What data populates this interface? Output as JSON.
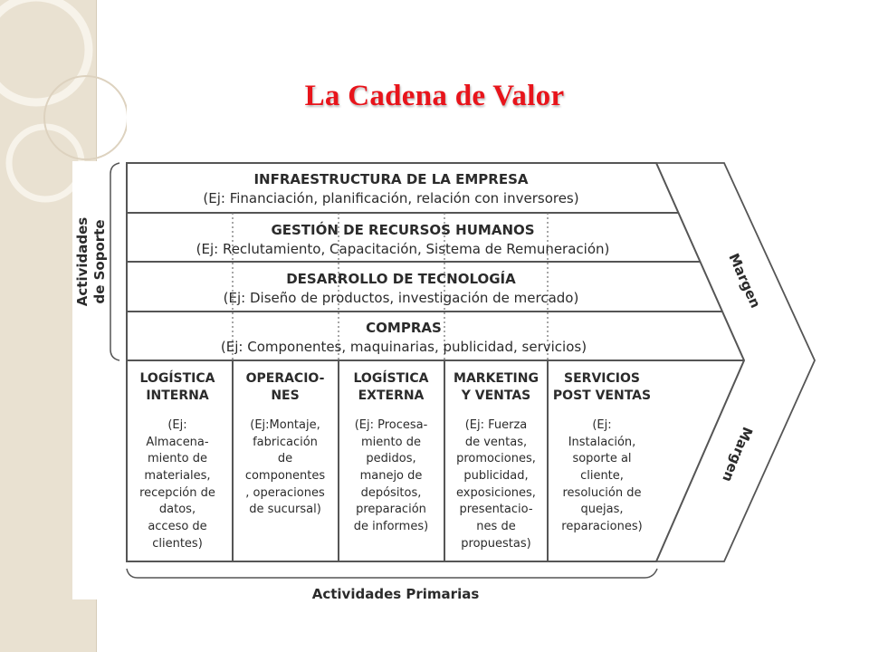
{
  "title": "La Cadena de Valor",
  "support_label": [
    "Actividades",
    "de Soporte"
  ],
  "margin_label": "Margen",
  "primary_label": "Actividades Primarias",
  "support": [
    {
      "title": "INFRAESTRUCTURA DE LA EMPRESA",
      "example": "(Ej: Financiación, planificación, relación con inversores)"
    },
    {
      "title": "GESTIÓN DE RECURSOS HUMANOS",
      "example": "(Ej: Reclutamiento, Capacitación, Sistema de Remuneración)"
    },
    {
      "title": "DESARROLLO DE TECNOLOGÍA",
      "example": "(Ej: Diseño de productos, investigación de mercado)"
    },
    {
      "title": "COMPRAS",
      "example": "(Ej: Componentes, maquinarias, publicidad, servicios)"
    }
  ],
  "primary": [
    {
      "title": [
        "LOGÍSTICA",
        "INTERNA"
      ],
      "example": [
        "(Ej:",
        "Almacena-",
        "miento de",
        "materiales,",
        "recepción de",
        "datos,",
        "acceso de",
        "clientes)"
      ]
    },
    {
      "title": [
        "OPERACIO-",
        "NES"
      ],
      "example": [
        "(Ej:Montaje,",
        "fabricación",
        "de",
        "componentes",
        ", operaciones",
        "de sucursal)"
      ]
    },
    {
      "title": [
        "LOGÍSTICA",
        "EXTERNA"
      ],
      "example": [
        "(Ej: Procesa-",
        "miento de",
        "pedidos,",
        "manejo de",
        "depósitos,",
        "preparación",
        "de informes)"
      ]
    },
    {
      "title": [
        "MARKETING",
        "Y VENTAS"
      ],
      "example": [
        "(Ej: Fuerza",
        "de ventas,",
        "promociones,",
        "publicidad,",
        "exposiciones,",
        "presentacio-",
        "nes de",
        "propuestas)"
      ]
    },
    {
      "title": [
        "SERVICIOS",
        "POST VENTAS"
      ],
      "example": [
        "(Ej:",
        "Instalación,",
        "soporte al",
        "cliente,",
        "resolución de",
        "quejas,",
        "reparaciones)"
      ]
    }
  ]
}
